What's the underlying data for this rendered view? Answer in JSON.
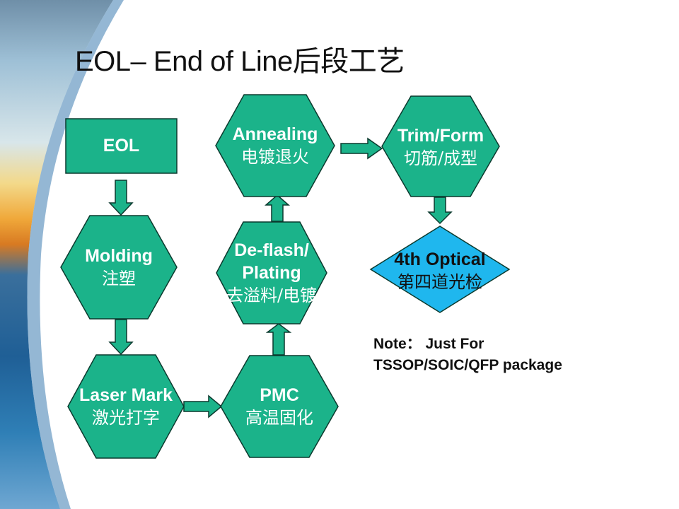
{
  "title": "EOL– End of Line后段工艺",
  "colors": {
    "step_fill": "#1bb38a",
    "step_stroke": "#0b3a2e",
    "inspection_fill": "#1fb7ee",
    "background": "#ffffff"
  },
  "nodes": {
    "eol": {
      "label": "EOL",
      "shape": "rectangle"
    },
    "molding": {
      "label_en": "Molding",
      "label_cn": "注塑",
      "shape": "hexagon"
    },
    "laser_mark": {
      "label_en": "Laser Mark",
      "label_cn": "激光打字",
      "shape": "hexagon"
    },
    "pmc": {
      "label_en": "PMC",
      "label_cn": "高温固化",
      "shape": "hexagon"
    },
    "deflash": {
      "label_en_1": "De-flash/",
      "label_en_2": "Plating",
      "label_cn": "去溢料/电镀",
      "shape": "hexagon"
    },
    "annealing": {
      "label_en": "Annealing",
      "label_cn": "电镀退火",
      "shape": "hexagon"
    },
    "trim_form": {
      "label_en": "Trim/Form",
      "label_cn": "切筋/成型",
      "shape": "hexagon"
    },
    "optical": {
      "label_en": "4th Optical",
      "label_cn": "第四道光检",
      "shape": "diamond"
    }
  },
  "flow": [
    "EOL",
    "Molding",
    "Laser Mark",
    "PMC",
    "De-flash/Plating",
    "Annealing",
    "Trim/Form",
    "4th Optical"
  ],
  "note": {
    "line1": "Note： Just For",
    "line2": "TSSOP/SOIC/QFP package"
  }
}
